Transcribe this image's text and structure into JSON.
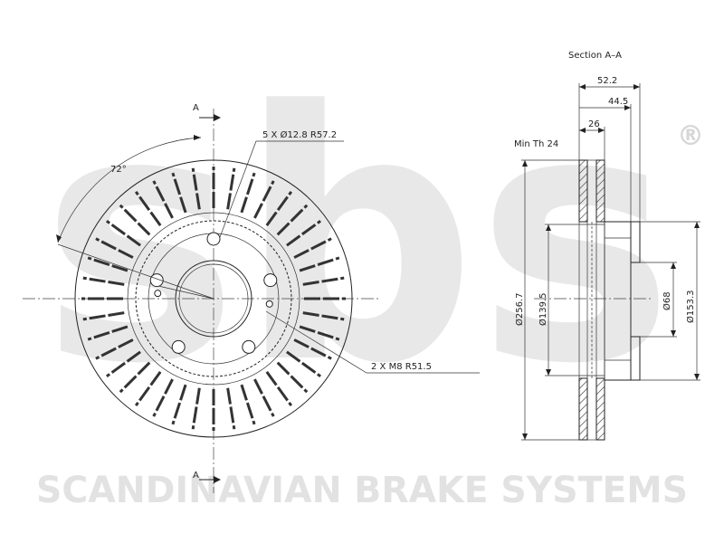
{
  "watermark": {
    "logo_text": "sbs",
    "registered_mark": "®",
    "brand_line": "SCANDINAVIAN BRAKE SYSTEMS",
    "color": "#e6e6e6"
  },
  "front_view": {
    "section_mark_top": "A",
    "section_mark_bottom": "A",
    "angle_label": "72°",
    "bolt_label": "5 X Ø12.8 R57.2",
    "thread_label": "2 X M8 R51.5",
    "vent_count": 40
  },
  "section_view": {
    "title": "Section A–A",
    "min_thickness_label": "Min Th 24",
    "width_total": "52.2",
    "width_hat": "44.5",
    "width_disc": "26",
    "dia_outer": "Ø256.7",
    "dia_pcd": "Ø139.5",
    "dia_hub": "Ø68",
    "dia_hat": "Ø153.3"
  },
  "colors": {
    "line": "#222222",
    "hatch": "#333333"
  }
}
